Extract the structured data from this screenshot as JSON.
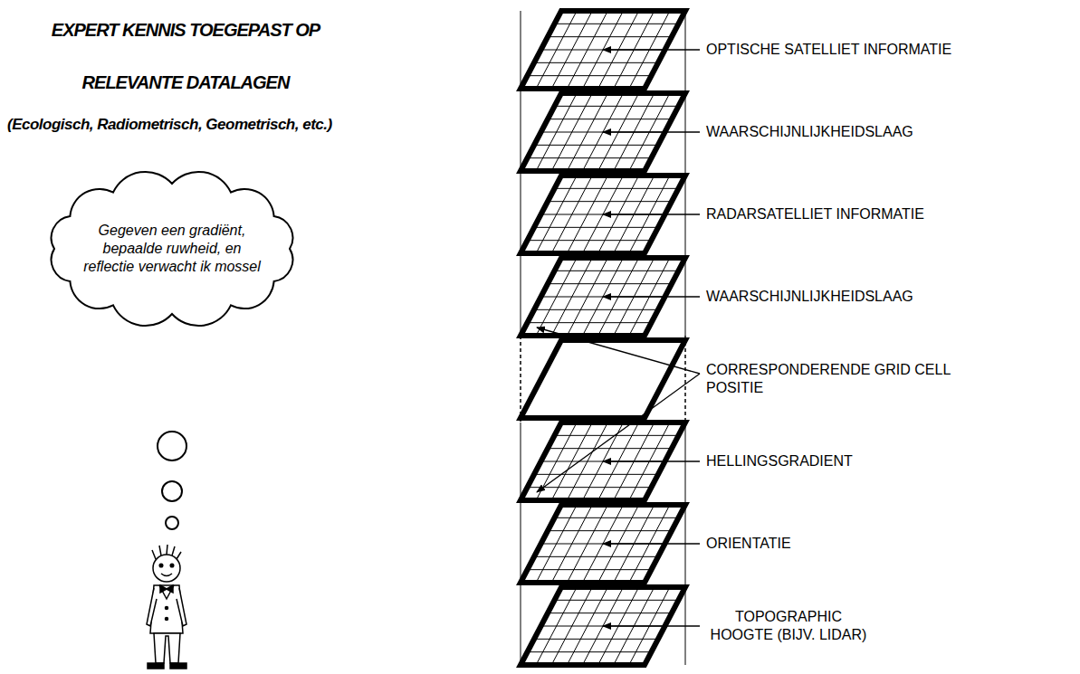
{
  "diagram": {
    "title": "EXPERT KENNIS TOEGEPAST OP RELEVANTE DATALAGEN",
    "nodes": [
      {
        "text": [
          "Gegeven een gradiënt, bepaalde ruwheid, en reflectie verwacht ik mossel"
        ]
      }
    ],
    "labels": [
      "(Ecologisch, Radiometrisch, Geometrisch, etc.)",
      "OPTISCHE SATELLIET INFORMATIE",
      "WAARSCHIJNLIJKHEIDSLAAG",
      "RADARSATELLIET INFORMATIE",
      "WAARSCHIJNLIJKHEIDSLAAG",
      "CORRESPONDERENDE GRID CELL POSITIE",
      "HELLINGSGRADIENT",
      "ORIENTATIE",
      "TOPOGRAPHIC HOOGTE (BIJV. LIDAR)"
    ]
  }
}
